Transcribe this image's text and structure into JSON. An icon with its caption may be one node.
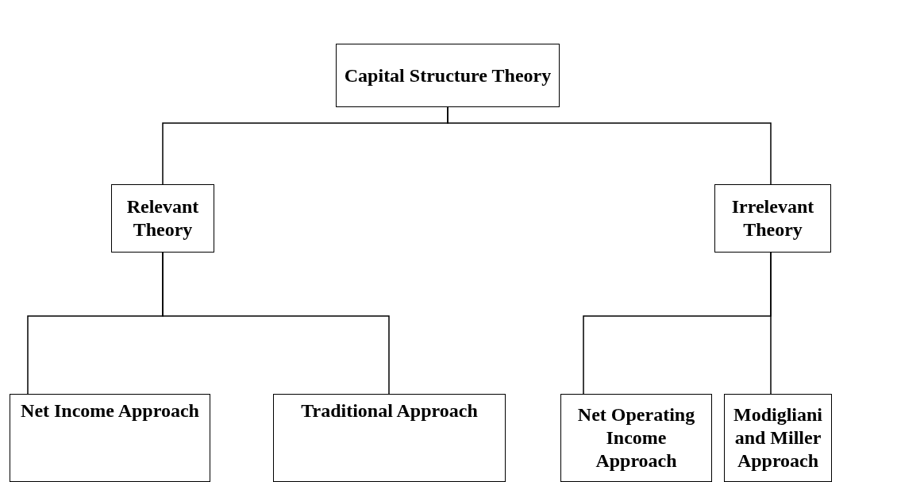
{
  "diagram": {
    "nodes": [
      {
        "text": [
          "Capital Structure Theory"
        ]
      },
      {
        "text": [
          "Relevant Theory"
        ]
      },
      {
        "text": [
          "Irrelevant Theory"
        ]
      },
      {
        "text": [
          "Net Income Approach"
        ]
      },
      {
        "text": [
          "Traditional Approach"
        ]
      },
      {
        "text": [
          "Net Operating Income Approach"
        ]
      },
      {
        "text": [
          "Modigliani and Miller Approach"
        ]
      }
    ],
    "edges": [
      {
        "from": 0,
        "to": 1,
        "arrow": "none"
      },
      {
        "from": 0,
        "to": 2,
        "arrow": "none"
      },
      {
        "from": 1,
        "to": 3,
        "arrow": "none"
      },
      {
        "from": 1,
        "to": 4,
        "arrow": "none"
      },
      {
        "from": 2,
        "to": 5,
        "arrow": "none"
      },
      {
        "from": 2,
        "to": 6,
        "arrow": "none"
      }
    ]
  }
}
